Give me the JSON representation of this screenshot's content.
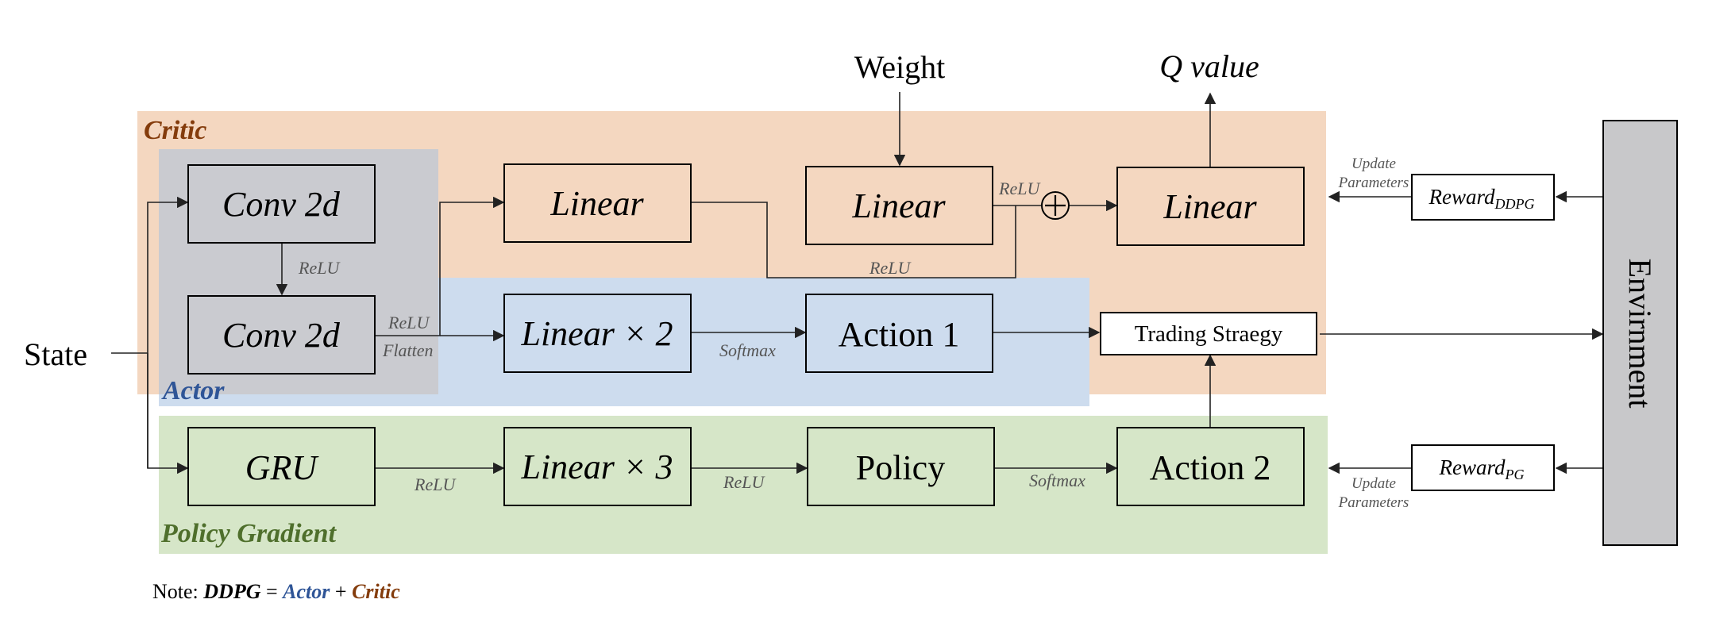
{
  "colors": {
    "critic_bg": "#f4d7c0",
    "actor_bg": "#cddcee",
    "policy_bg": "#d6e6c8",
    "conv_bg": "#cacbd0",
    "critic_text": "#843c0c",
    "actor_text": "#2f5597",
    "policy_text": "#4f6f2c",
    "environment_bg": "#c8c8ca",
    "white": "#ffffff"
  },
  "groups": {
    "critic": "Critic",
    "actor": "Actor",
    "policy_gradient": "Policy Gradient"
  },
  "inputs": {
    "state": "State",
    "weight": "Weight",
    "q_value": "Q value"
  },
  "nodes": {
    "conv1": "Conv 2d",
    "conv2": "Conv 2d",
    "critic_linear1": "Linear",
    "critic_linear2": "Linear",
    "critic_linear3": "Linear",
    "actor_linear": "Linear × 2",
    "action1": "Action 1",
    "trading_strategy": "Trading Straegy",
    "gru": "GRU",
    "pg_linear": "Linear × 3",
    "policy": "Policy",
    "action2": "Action 2",
    "reward_ddpg_main": "Reward",
    "reward_ddpg_sub": "DDPG",
    "reward_pg_main": "Reward",
    "reward_pg_sub": "PG",
    "environment": "Envirnment"
  },
  "edge_labels": {
    "relu_conv": "ReLU",
    "relu_flatten_a": "ReLU",
    "flatten": "Flatten",
    "relu_critic_bottom": "ReLU",
    "relu_critic_sum": "ReLU",
    "softmax_actor": "Softmax",
    "relu_gru": "ReLU",
    "relu_pg": "ReLU",
    "softmax_pg": "Softmax",
    "update_params_top_1": "Update",
    "update_params_top_2": "Parameters",
    "update_params_bottom_1": "Update",
    "update_params_bottom_2": "Parameters",
    "sum_symbol": "+"
  },
  "note": {
    "prefix": "Note: ",
    "ddpg": "DDPG",
    "equals": " = ",
    "actor": "Actor",
    "plus": " + ",
    "critic": "Critic"
  }
}
